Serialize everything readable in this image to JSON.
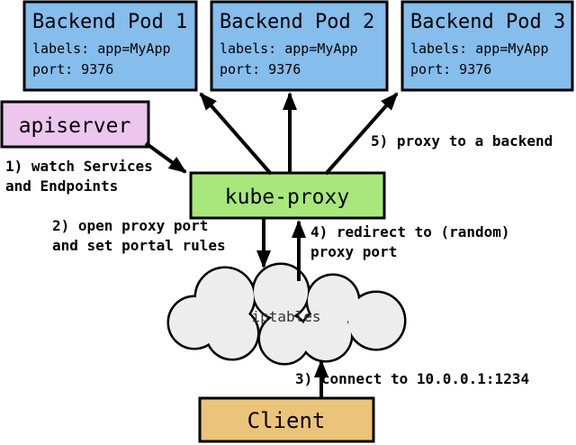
{
  "diagram": {
    "pods": [
      {
        "title": "Backend Pod 1",
        "labels_line": "labels: app=MyApp",
        "port_line": "port: 9376"
      },
      {
        "title": "Backend Pod 2",
        "labels_line": "labels: app=MyApp",
        "port_line": "port: 9376"
      },
      {
        "title": "Backend Pod 3",
        "labels_line": "labels: app=MyApp",
        "port_line": "port: 9376"
      }
    ],
    "apiserver": {
      "label": "apiserver"
    },
    "kube_proxy": {
      "label": "kube-proxy"
    },
    "iptables": {
      "label": "iptables"
    },
    "client": {
      "label": "Client"
    },
    "annotations": {
      "step1_line1": "1) watch Services",
      "step1_line2": "and Endpoints",
      "step2_line1": "2) open proxy port",
      "step2_line2": "and set portal rules",
      "step3": "3) connect to 10.0.0.1:1234",
      "step4_line1": "4) redirect to (random)",
      "step4_line2": "proxy port",
      "step5": "5) proxy to a backend"
    },
    "colors": {
      "pod_fill": "#85bdec",
      "apiserver_fill": "#edc6f0",
      "kube_proxy_fill": "#a8e87a",
      "client_fill": "#ebc379",
      "cloud_fill": "#ededed",
      "line_color": "#000000"
    }
  }
}
